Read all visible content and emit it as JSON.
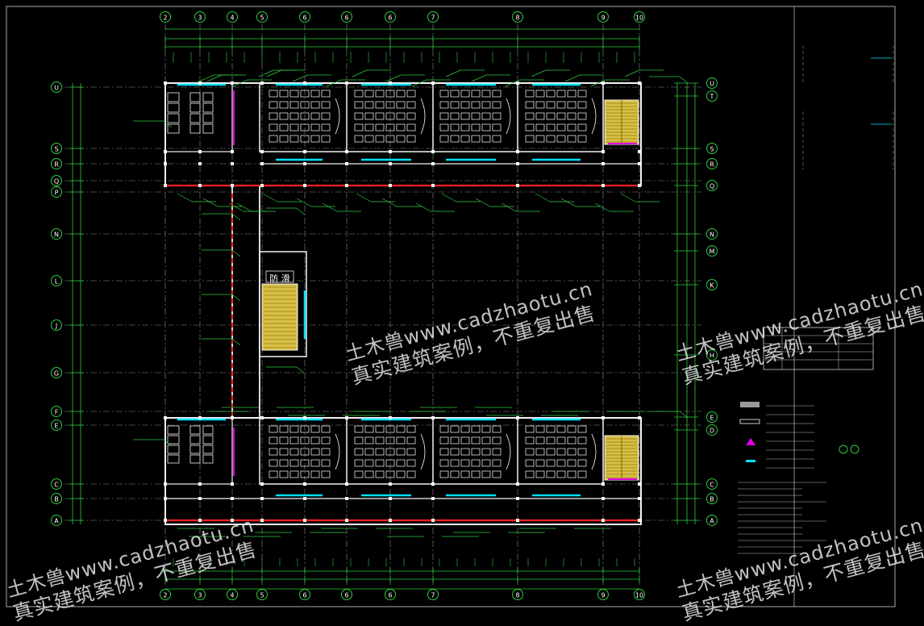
{
  "drawing": {
    "background": "#000000",
    "axis_color": "#2ecc40",
    "wall_color": "#f2f2f2",
    "grid_color": "#8a8a8a",
    "accent_red": "#ff2020",
    "accent_cyan": "#00e0ff",
    "accent_yellow": "#ffe14d",
    "accent_magenta": "#e000e0",
    "column_labels": [
      "2",
      "3",
      "4",
      "5",
      "6",
      "6",
      "6",
      "7",
      "8",
      "9",
      "10"
    ],
    "row_labels_left": [
      "U",
      "S",
      "R",
      "Q",
      "P",
      "N",
      "L",
      "J",
      "G",
      "F",
      "E",
      "C",
      "B",
      "A"
    ],
    "row_labels_right": [
      "U",
      "T",
      "S",
      "R",
      "Q",
      "N",
      "M",
      "K",
      "H",
      "E",
      "D",
      "C",
      "B",
      "A"
    ],
    "stair_label": "防 滑"
  },
  "watermarks": [
    {
      "line1": "土木兽www.cadzhaotu.cn",
      "line2": "真实建筑案例，不重复出售"
    },
    {
      "line1": "土木兽www.cadzhaotu.cn",
      "line2": "真实建筑案例，不重复出售"
    },
    {
      "line1": "土木兽www.cadzhaotu.cn",
      "line2": "真实建筑案例，不重复出售"
    },
    {
      "line1": "土木兽www.cadzhaotu.cn",
      "line2": "真实建筑案例，不重复出售"
    }
  ]
}
